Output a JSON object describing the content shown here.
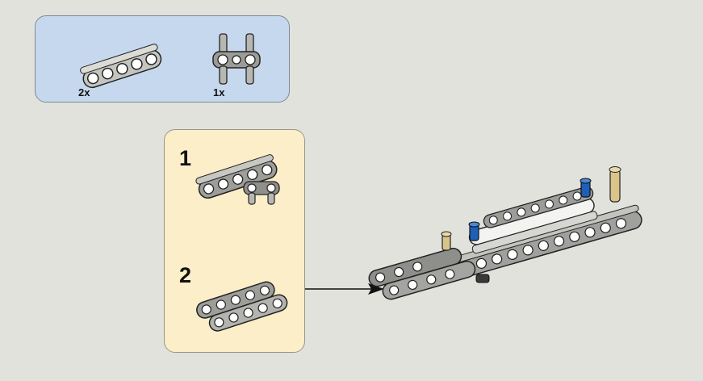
{
  "parts_list": {
    "items": [
      {
        "name": "liftarm-beam-5-icon",
        "quantity": "2x"
      },
      {
        "name": "axle-pin-connector-icon",
        "quantity": "1x"
      }
    ]
  },
  "sub_steps": [
    {
      "number": "1"
    },
    {
      "number": "2"
    }
  ],
  "colors": {
    "parts_callout_bg": "#c6d8ee",
    "substep_panel_bg": "#fbeec8",
    "page_bg": "#e2e2dc",
    "beam_gray": "#a9aaa6",
    "beam_white": "#f2f2f2",
    "pin_blue": "#1f5fb8",
    "pin_tan": "#d9c48a"
  }
}
